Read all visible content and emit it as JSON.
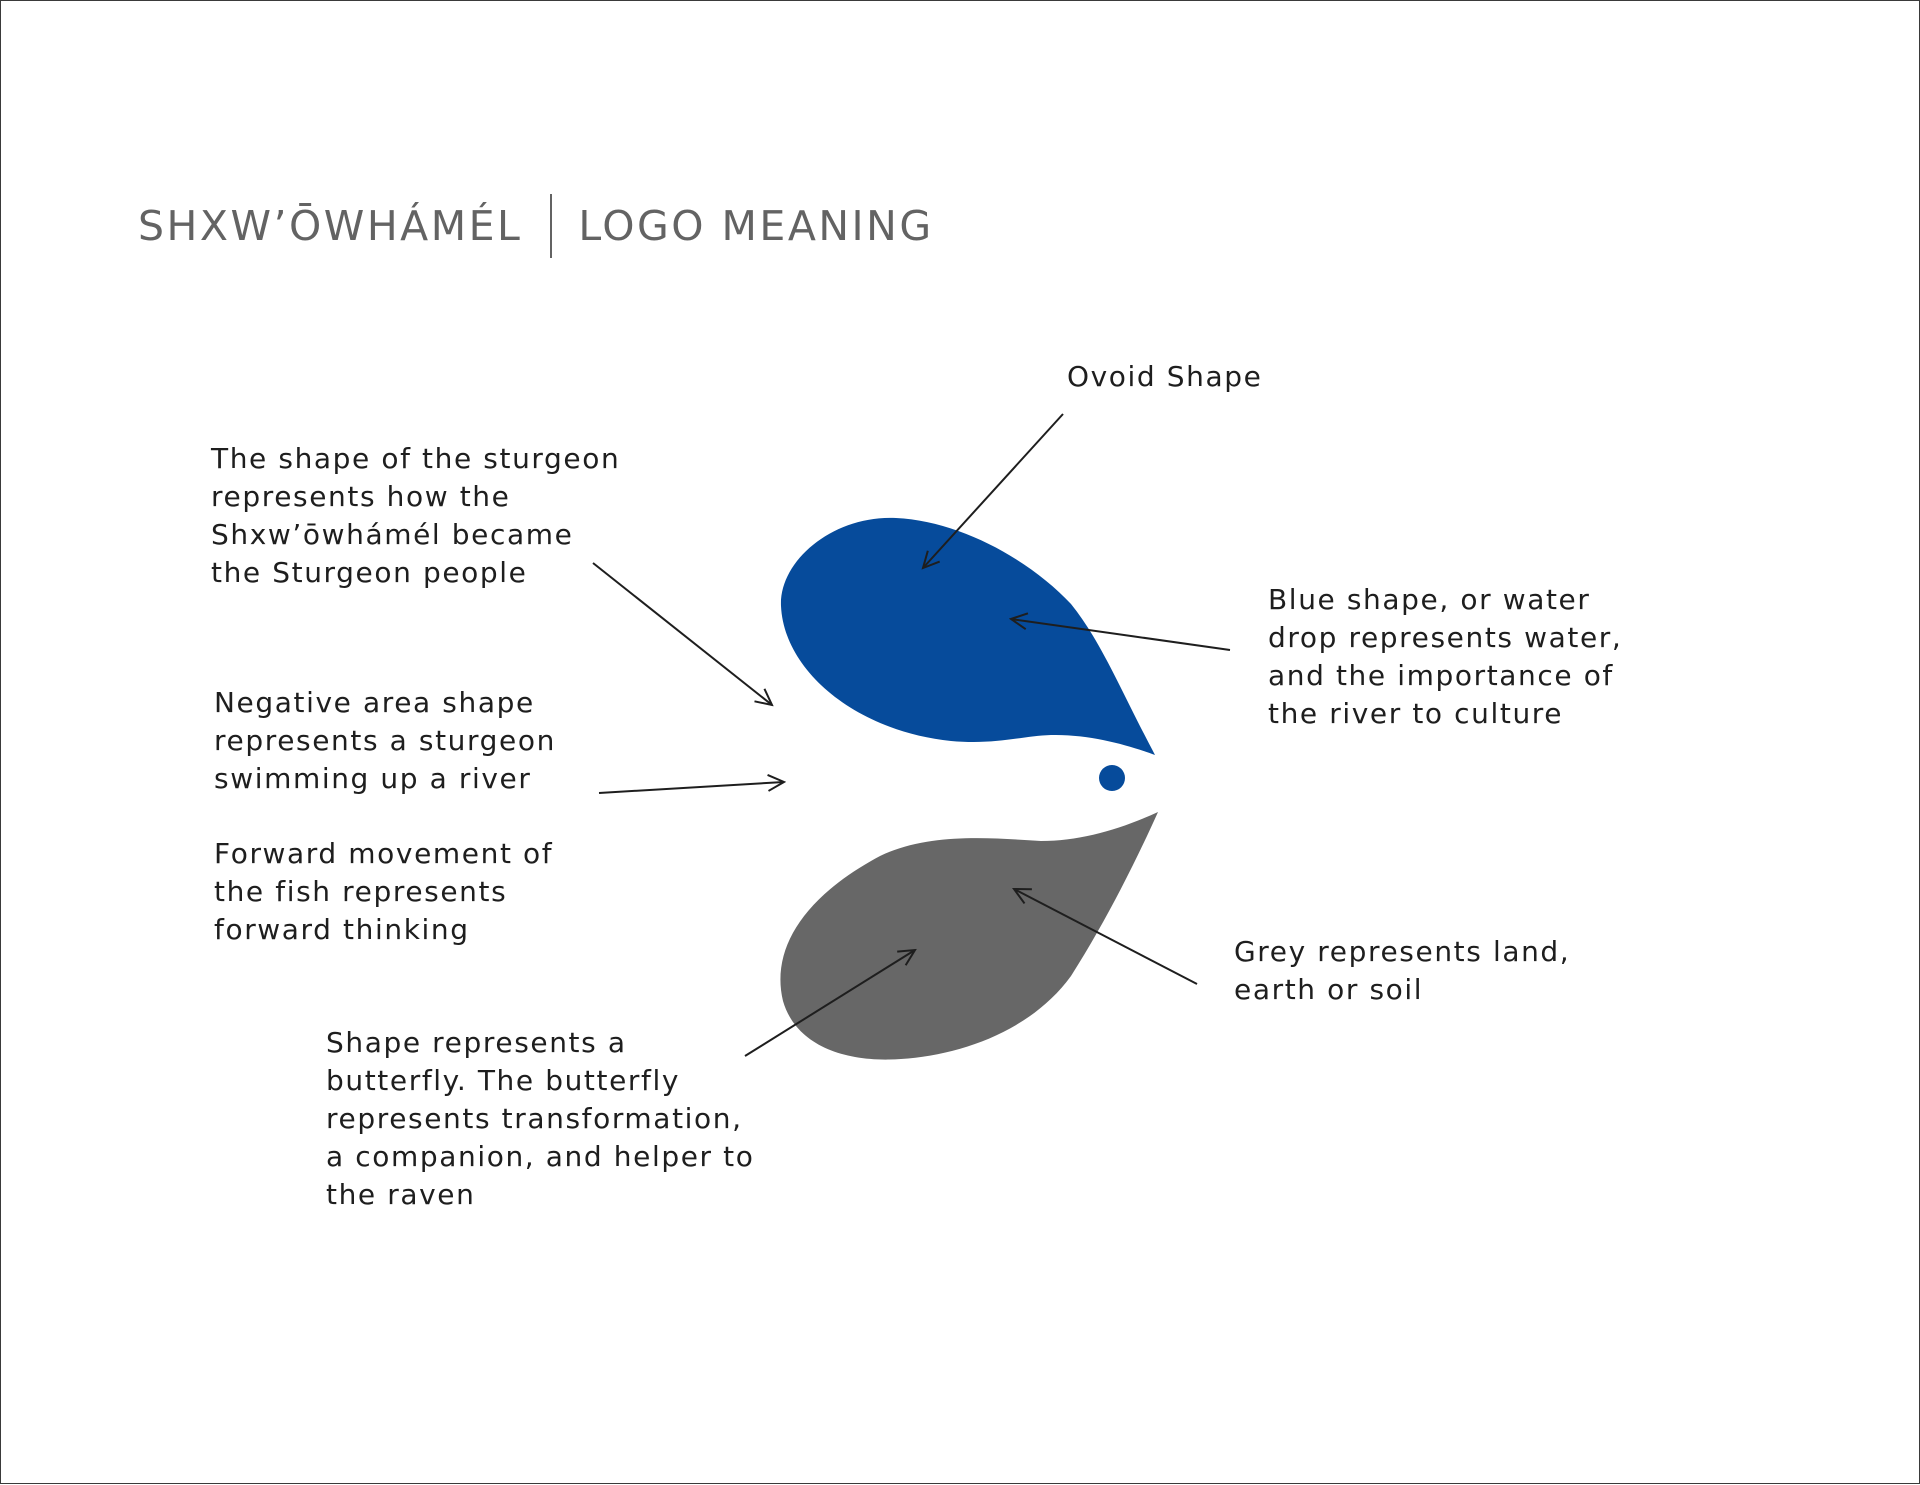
{
  "header": {
    "name": "SHXW’ŌWHÁMÉL",
    "subtitle": "LOGO MEANING"
  },
  "colors": {
    "blue": "#064b9b",
    "grey": "#676767",
    "text": "#1e1e1e",
    "title": "#636363"
  },
  "labels": {
    "ovoid": [
      "Ovoid Shape"
    ],
    "sturgeon_shape": [
      "The shape of the sturgeon",
      "represents how the",
      "Shxw’ōwhámél became",
      "the Sturgeon people"
    ],
    "negative_area": [
      "Negative area shape",
      "represents a sturgeon",
      "swimming up a river"
    ],
    "forward_movement": [
      "Forward movement of",
      "the fish represents",
      "forward thinking"
    ],
    "blue_shape": [
      "Blue shape, or water",
      "drop represents water,",
      "and the importance of",
      "the river to culture"
    ],
    "grey_shape": [
      "Grey represents land,",
      "earth or soil"
    ],
    "butterfly": [
      "Shape represents a",
      "butterfly. The butterfly",
      "represents transformation,",
      "a companion, and helper to",
      "the raven"
    ]
  }
}
